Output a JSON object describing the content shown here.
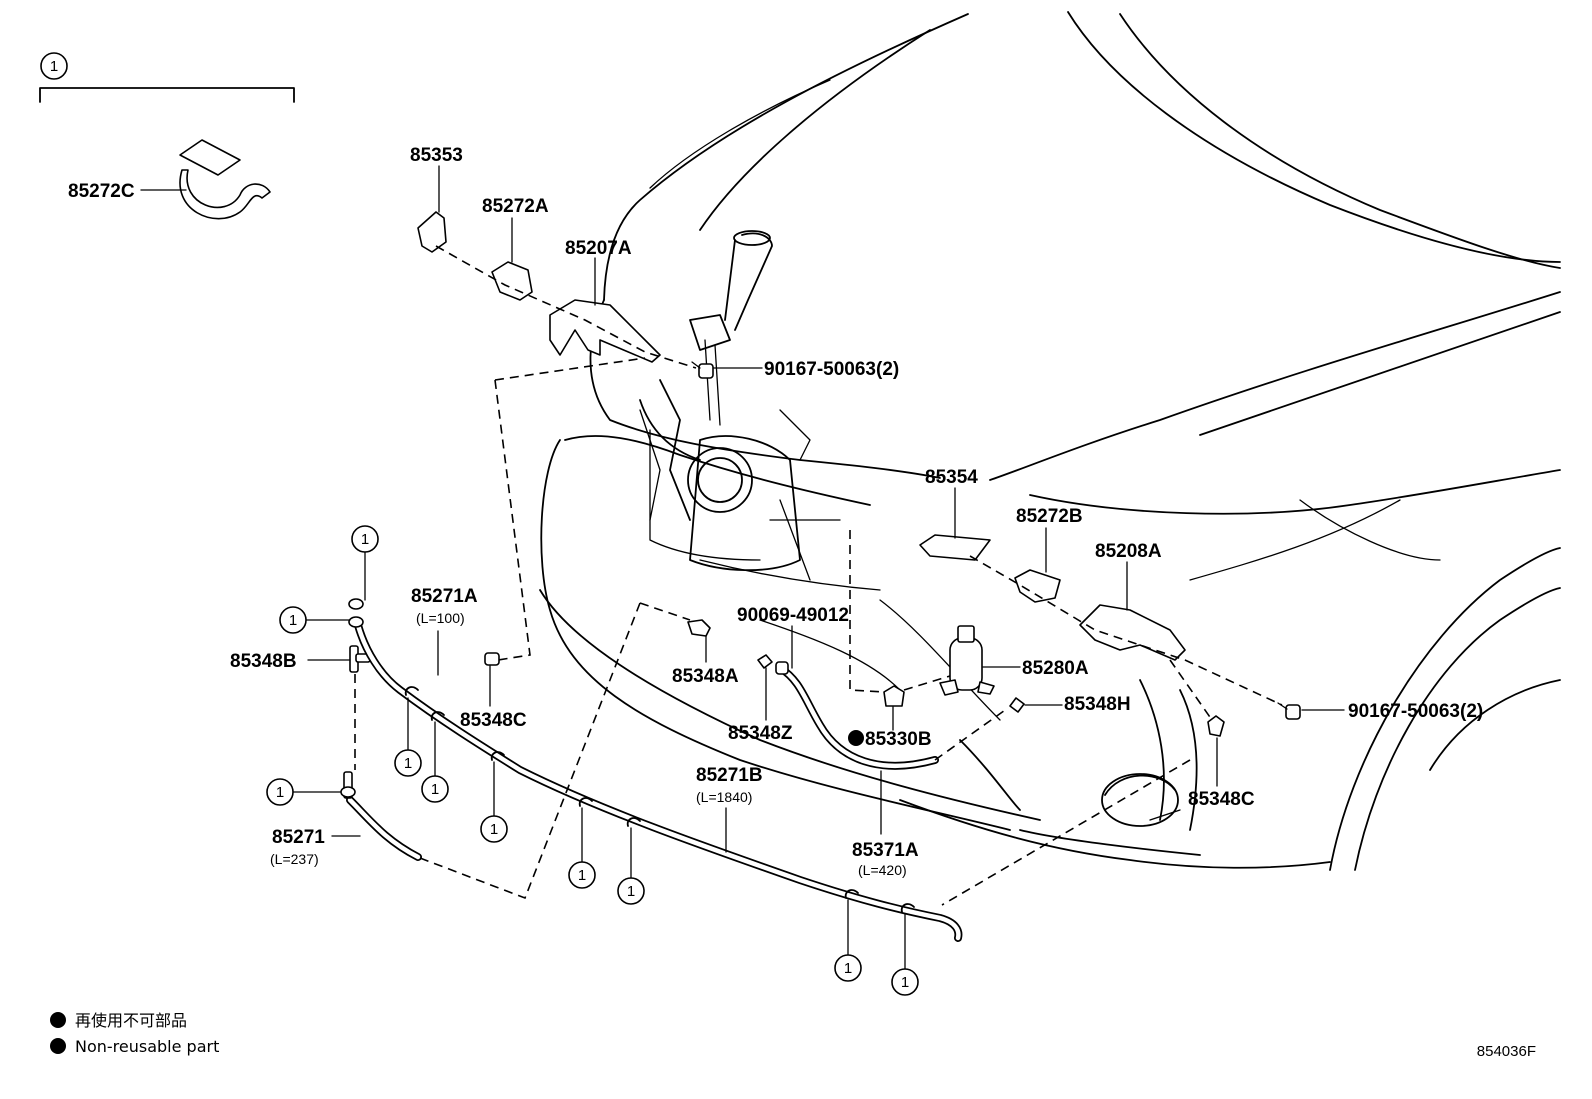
{
  "part_labels": {
    "p85272C": "85272C",
    "p85353": "85353",
    "p85272A": "85272A",
    "p85207A": "85207A",
    "p90167a": "90167-50063(2)",
    "p85354": "85354",
    "p85272B": "85272B",
    "p85208A": "85208A",
    "p90069": "90069-49012",
    "p85271A": "85271A",
    "p85271A_len": "(L=100)",
    "p85348B": "85348B",
    "p85348C_left": "85348C",
    "p85348A": "85348A",
    "p85280A": "85280A",
    "p85348H": "85348H",
    "p90167b": "90167-50063(2)",
    "p85348Z": "85348Z",
    "p85330B": "85330B",
    "p85271B": "85271B",
    "p85271B_len": "(L=1840)",
    "p85348C_right": "85348C",
    "p85371A": "85371A",
    "p85371A_len": "(L=420)",
    "p85271": "85271",
    "p85271_len": "(L=237)"
  },
  "ref_marker": "1",
  "legend": {
    "line_jp": "再使用不可部品",
    "line_en": "Non-reusable part"
  },
  "figure_code": "854036F"
}
